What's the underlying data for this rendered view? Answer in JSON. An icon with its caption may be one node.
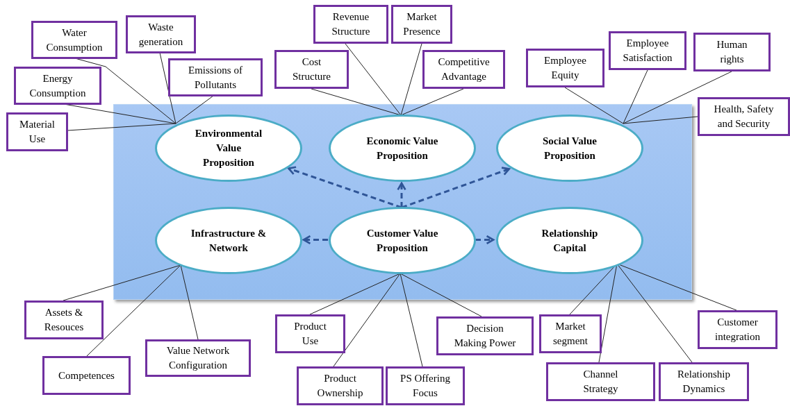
{
  "diagram": {
    "nodes": [
      {
        "text": [],
        "shape": "box"
      },
      {
        "text": [
          "Environmental Value Proposition"
        ],
        "in": 0
      },
      {
        "text": [
          "Economic Value Proposition"
        ],
        "in": 0
      },
      {
        "text": [
          "Social Value Proposition"
        ],
        "in": 0
      },
      {
        "text": [
          "Infrastructure & Network"
        ],
        "in": 0
      },
      {
        "text": [
          "Customer Value Proposition"
        ],
        "in": 0
      },
      {
        "text": [
          "Relationship Capital"
        ],
        "in": 0
      },
      {
        "text": [
          "Water Consumption"
        ]
      },
      {
        "text": [
          "Waste generation"
        ]
      },
      {
        "text": [
          "Energy Consumption"
        ]
      },
      {
        "text": [
          "Emissions of Pollutants"
        ]
      },
      {
        "text": [
          "Material Use"
        ]
      },
      {
        "text": [
          "Revenue Structure"
        ]
      },
      {
        "text": [
          "Market Presence"
        ]
      },
      {
        "text": [
          "Cost Structure"
        ]
      },
      {
        "text": [
          "Competitive Advantage"
        ]
      },
      {
        "text": [
          "Employee Equity"
        ]
      },
      {
        "text": [
          "Employee Satisfaction"
        ]
      },
      {
        "text": [
          "Human rights"
        ]
      },
      {
        "text": [
          "Health, Safety and Security"
        ]
      },
      {
        "text": [
          "Assets & Resouces"
        ]
      },
      {
        "text": [
          "Competences"
        ]
      },
      {
        "text": [
          "Value Network Configuration"
        ]
      },
      {
        "text": [
          "Product Use"
        ]
      },
      {
        "text": [
          "Product Ownership"
        ]
      },
      {
        "text": [
          "PS Offering Focus"
        ]
      },
      {
        "text": [
          "Decision Making Power"
        ]
      },
      {
        "text": [
          "Market segment"
        ]
      },
      {
        "text": [
          "Channel Strategy"
        ]
      },
      {
        "text": [
          "Relationship Dynamics"
        ]
      },
      {
        "text": [
          "Customer integration"
        ]
      }
    ],
    "edges": [
      {
        "from": 7,
        "to": 1,
        "arrow": "none"
      },
      {
        "from": 8,
        "to": 1,
        "arrow": "none"
      },
      {
        "from": 9,
        "to": 1,
        "arrow": "none"
      },
      {
        "from": 10,
        "to": 1,
        "arrow": "none"
      },
      {
        "from": 11,
        "to": 1,
        "arrow": "none"
      },
      {
        "from": 12,
        "to": 2,
        "arrow": "none"
      },
      {
        "from": 13,
        "to": 2,
        "arrow": "none"
      },
      {
        "from": 14,
        "to": 2,
        "arrow": "none"
      },
      {
        "from": 15,
        "to": 2,
        "arrow": "none"
      },
      {
        "from": 16,
        "to": 3,
        "arrow": "none"
      },
      {
        "from": 17,
        "to": 3,
        "arrow": "none"
      },
      {
        "from": 18,
        "to": 3,
        "arrow": "none"
      },
      {
        "from": 19,
        "to": 3,
        "arrow": "none"
      },
      {
        "from": 20,
        "to": 4,
        "arrow": "none"
      },
      {
        "from": 21,
        "to": 4,
        "arrow": "none"
      },
      {
        "from": 22,
        "to": 4,
        "arrow": "none"
      },
      {
        "from": 23,
        "to": 5,
        "arrow": "none"
      },
      {
        "from": 24,
        "to": 5,
        "arrow": "none"
      },
      {
        "from": 25,
        "to": 5,
        "arrow": "none"
      },
      {
        "from": 26,
        "to": 5,
        "arrow": "none"
      },
      {
        "from": 27,
        "to": 6,
        "arrow": "none"
      },
      {
        "from": 28,
        "to": 6,
        "arrow": "none"
      },
      {
        "from": 29,
        "to": 6,
        "arrow": "none"
      },
      {
        "from": 30,
        "to": 6,
        "arrow": "none"
      },
      {
        "from": 5,
        "to": 1,
        "arrow": "to",
        "style": "dashed",
        "color": "#2f5597"
      },
      {
        "from": 5,
        "to": 2,
        "arrow": "to",
        "style": "dashed",
        "color": "#2f5597"
      },
      {
        "from": 5,
        "to": 3,
        "arrow": "to",
        "style": "dashed",
        "color": "#2f5597"
      },
      {
        "from": 5,
        "to": 4,
        "arrow": "to",
        "style": "dashed",
        "color": "#2f5597"
      },
      {
        "from": 5,
        "to": 6,
        "arrow": "to",
        "style": "dashed",
        "color": "#2f5597"
      }
    ]
  }
}
